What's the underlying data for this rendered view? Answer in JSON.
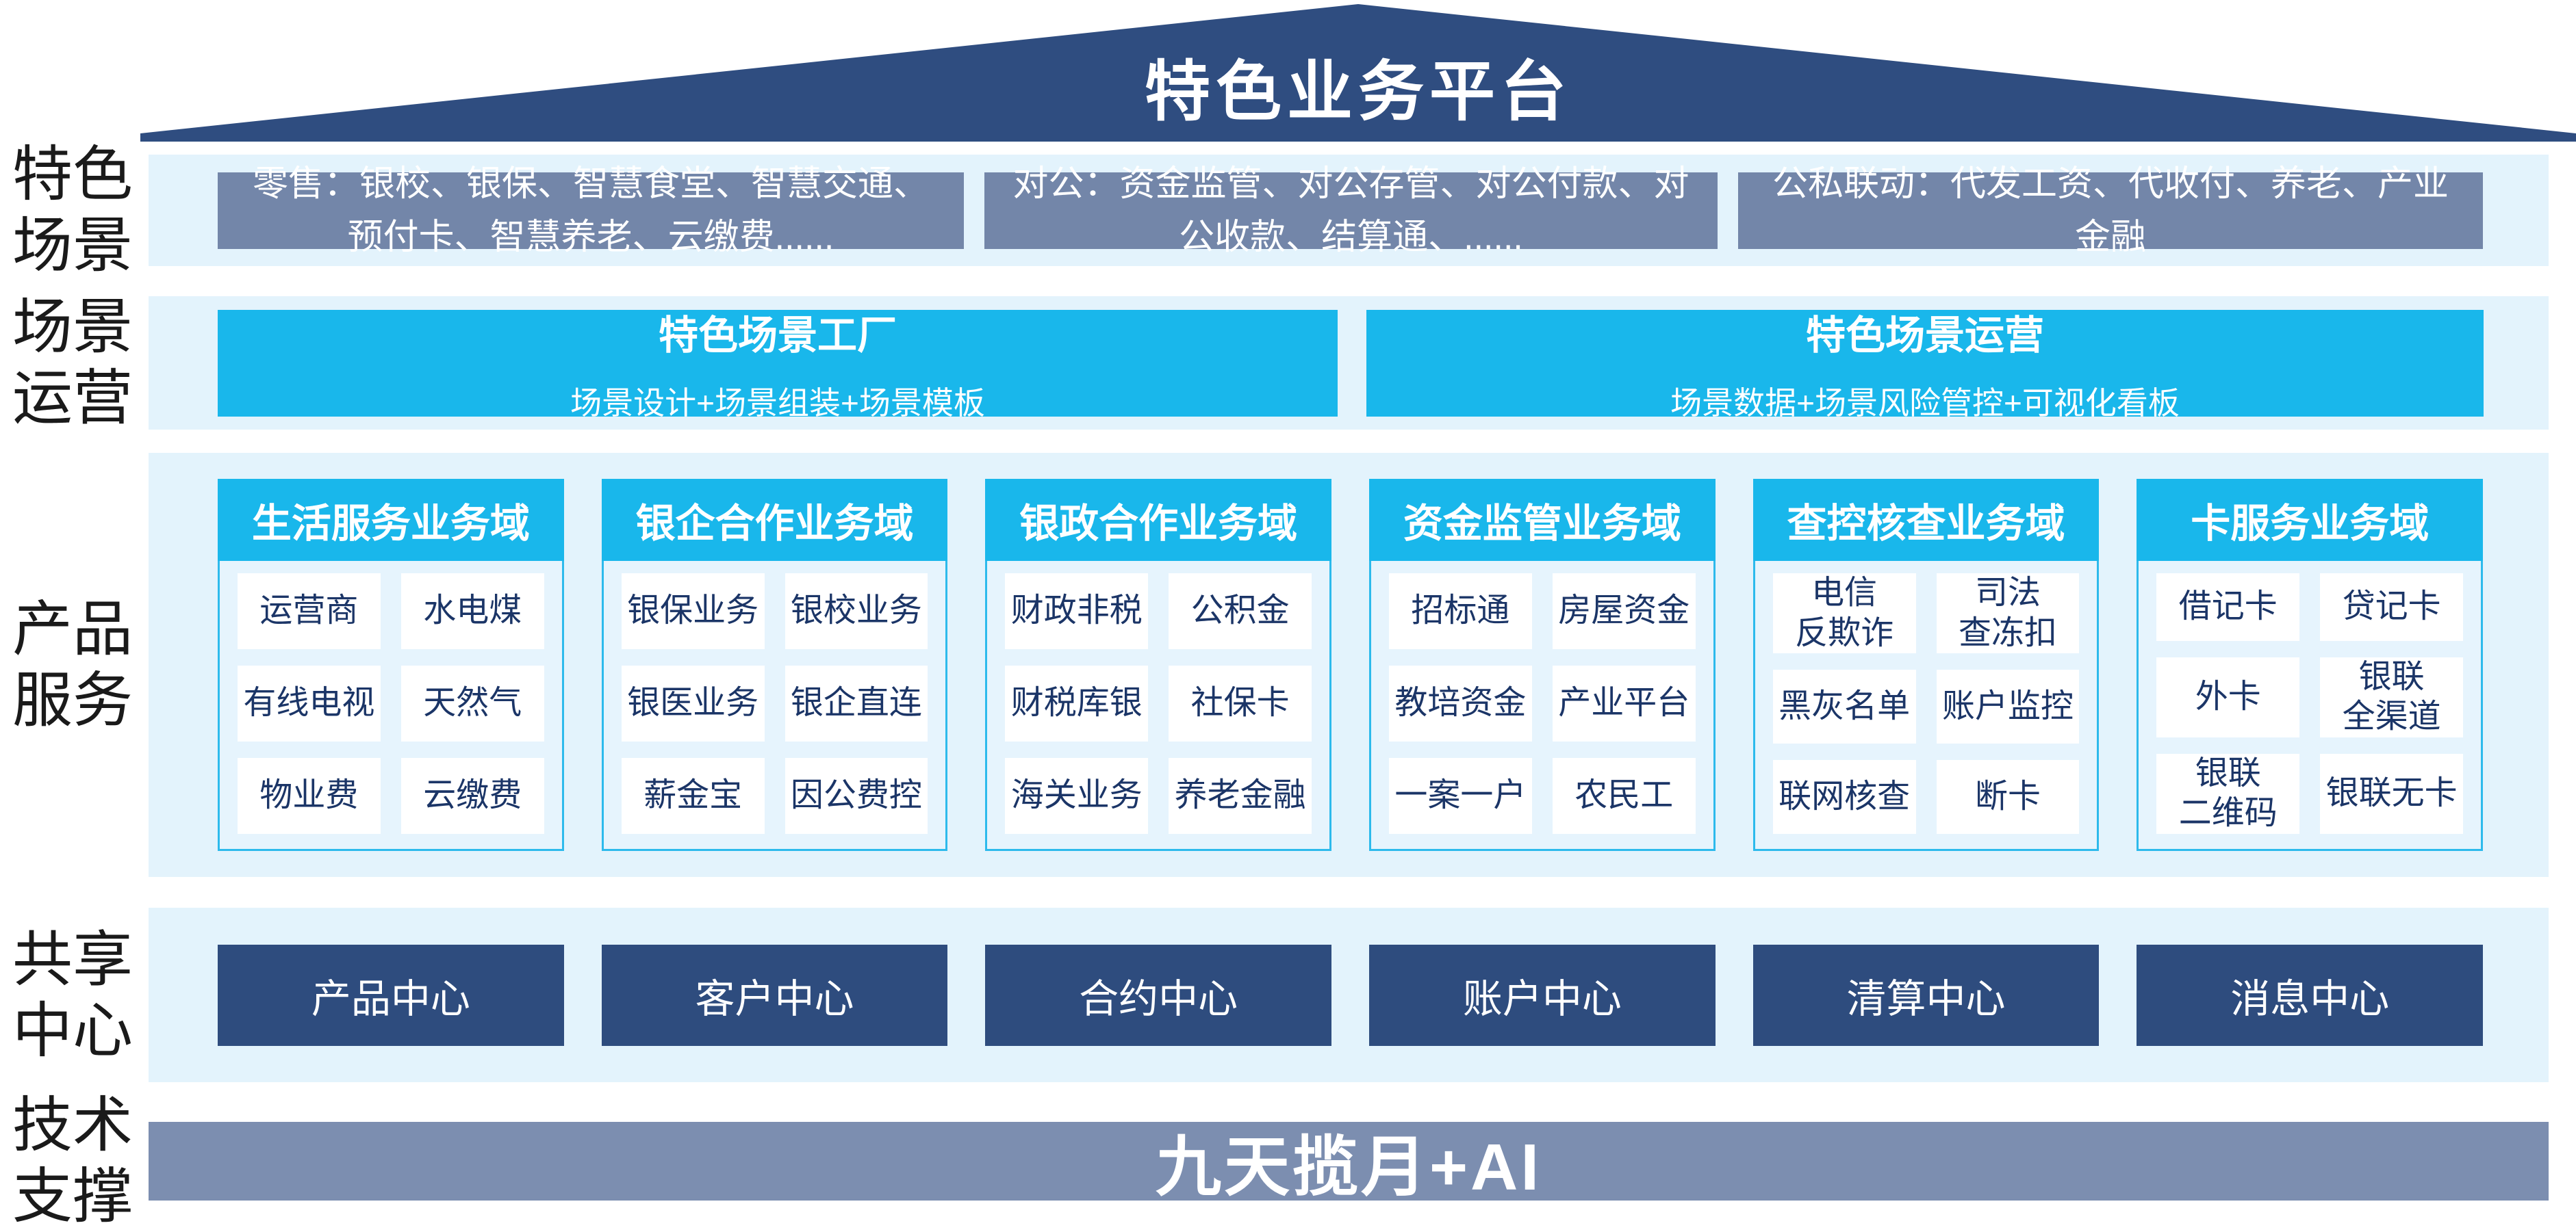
{
  "banner": {
    "title": "特色业务平台"
  },
  "colors": {
    "roof_navy": "#2F4D80",
    "scenario_gray_blue": "#7386A9",
    "accent_cyan": "#19B7EB",
    "band_light_blue": "#E3F3FC",
    "cell_text_navy": "#1B3567",
    "center_navy": "#2E4C7E",
    "tech_bar_gray_blue": "#7C8EB0"
  },
  "scenarios": {
    "label": "特色\n场景",
    "boxes": [
      "零售：银校、银保、智慧食堂、智慧交通、预付卡、智慧养老、云缴费......",
      "对公：资金监管、对公存管、对公付款、对公收款、结算通、......",
      "公私联动：代发工资、代收付、养老、产业金融"
    ]
  },
  "operations": {
    "label": "场景\n运营",
    "boxes": [
      {
        "title": "特色场景工厂",
        "subtitle": "场景设计+场景组装+场景模板"
      },
      {
        "title": "特色场景运营",
        "subtitle": "场景数据+场景风险管控+可视化看板"
      }
    ]
  },
  "products": {
    "label": "产品\n服务",
    "columns": [
      {
        "header": "生活服务业务域",
        "cells": [
          "运营商",
          "水电煤",
          "有线电视",
          "天然气",
          "物业费",
          "云缴费"
        ]
      },
      {
        "header": "银企合作业务域",
        "cells": [
          "银保业务",
          "银校业务",
          "银医业务",
          "银企直连",
          "薪金宝",
          "因公费控"
        ]
      },
      {
        "header": "银政合作业务域",
        "cells": [
          "财政非税",
          "公积金",
          "财税库银",
          "社保卡",
          "海关业务",
          "养老金融"
        ]
      },
      {
        "header": "资金监管业务域",
        "cells": [
          "招标通",
          "房屋资金",
          "教培资金",
          "产业平台",
          "一案一户",
          "农民工"
        ]
      },
      {
        "header": "查控核查业务域",
        "cells": [
          "电信\n反欺诈",
          "司法\n查冻扣",
          "黑灰名单",
          "账户监控",
          "联网核查",
          "断卡"
        ]
      },
      {
        "header": "卡服务业务域",
        "cells": [
          "借记卡",
          "贷记卡",
          "外卡",
          "银联\n全渠道",
          "银联\n二维码",
          "银联无卡"
        ]
      }
    ]
  },
  "shared": {
    "label": "共享\n中心",
    "centers": [
      "产品中心",
      "客户中心",
      "合约中心",
      "账户中心",
      "清算中心",
      "消息中心"
    ]
  },
  "tech": {
    "label": "技术\n支撑",
    "bar": "九天揽月+AI"
  }
}
